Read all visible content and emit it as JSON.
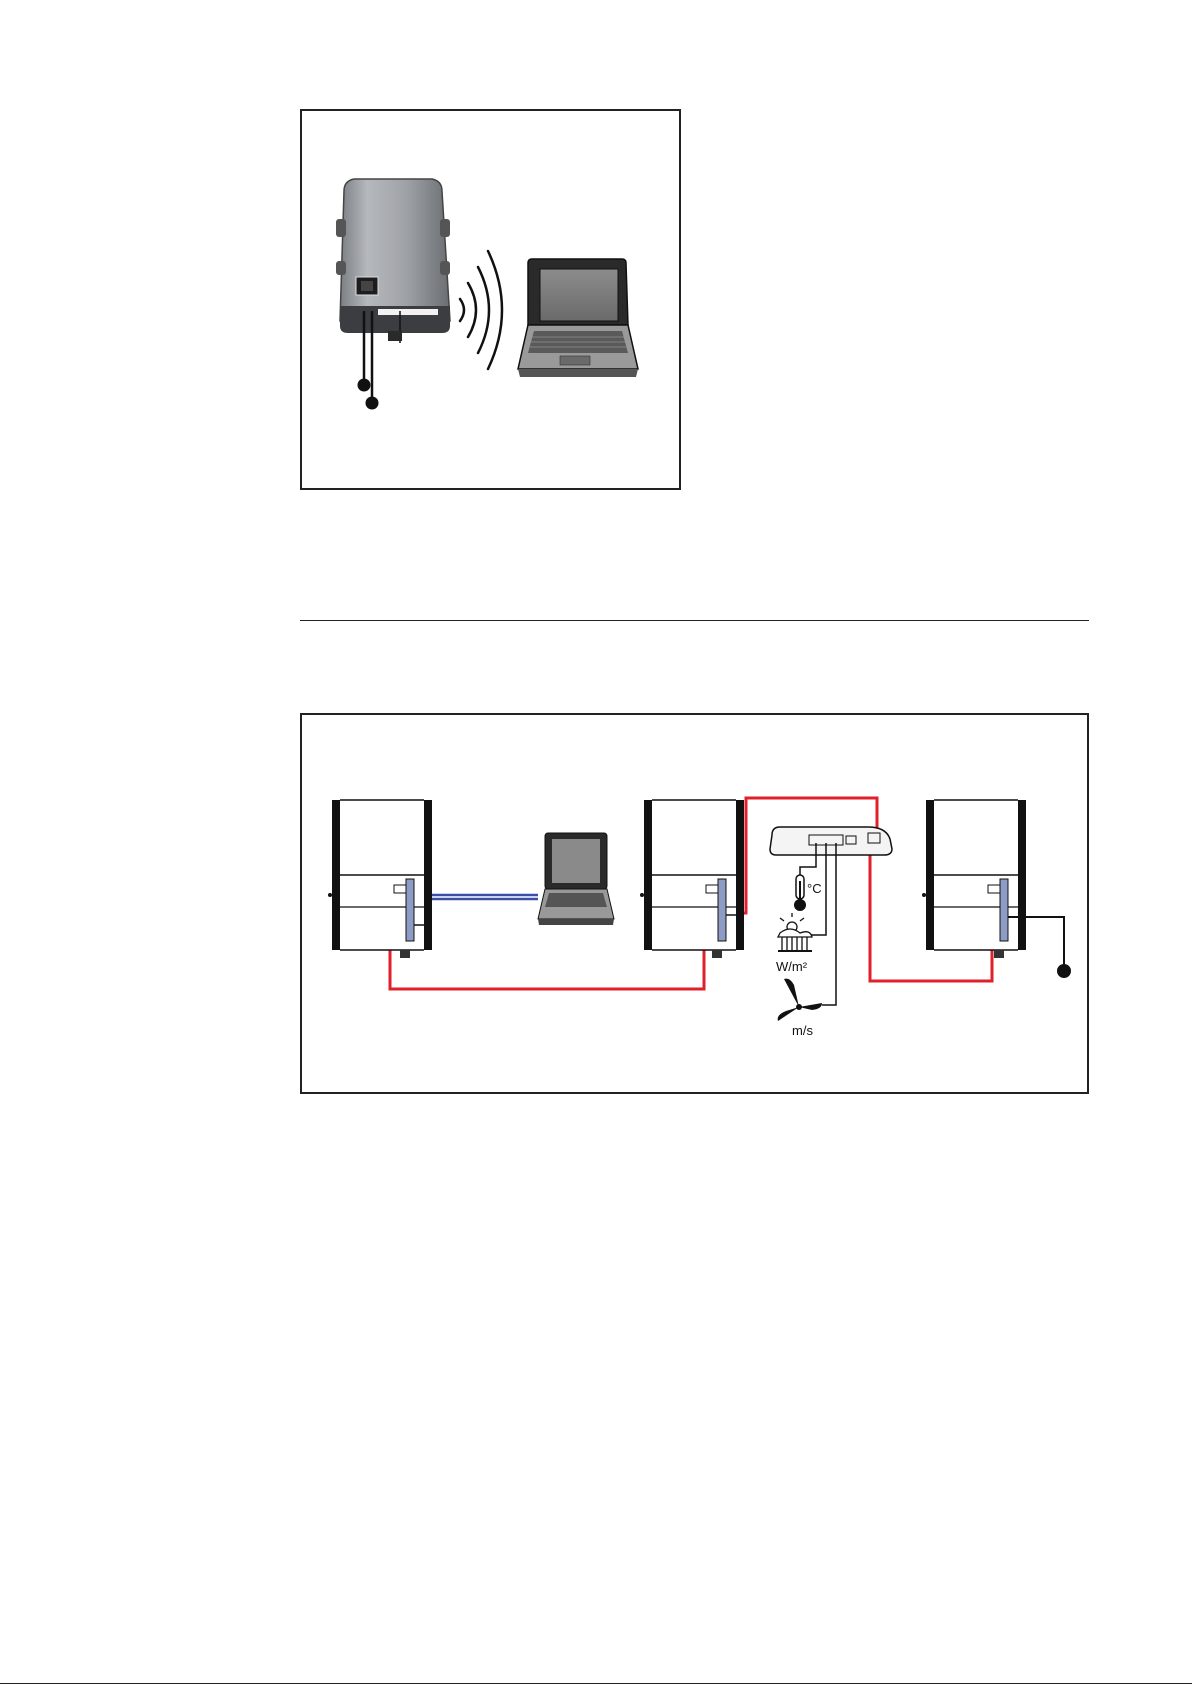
{
  "figure_1": {
    "devices": [
      "inverter",
      "laptop"
    ],
    "connection": "wireless"
  },
  "figure_2": {
    "devices": [
      "inverter",
      "laptop",
      "inverter",
      "sensor-box",
      "inverter"
    ],
    "sensors": {
      "temperature_unit": "°C",
      "irradiance_unit": "W/m²",
      "wind_unit": "m/s"
    },
    "colors": {
      "data_bus": "#e0202a",
      "pc_link": "#3a4fa8",
      "outline": "#222222"
    }
  }
}
